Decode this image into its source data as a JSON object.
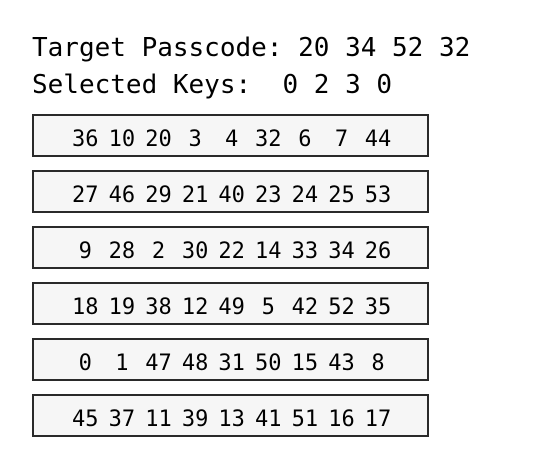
{
  "header": {
    "target_label": "Target Passcode:",
    "target_code": "20 34 52 32",
    "selected_label": "Selected Keys:",
    "selected_keys": " 0 2 3 0"
  },
  "rows": [
    [
      "36",
      "10",
      "20",
      "3",
      "4",
      "32",
      "6",
      "7",
      "44"
    ],
    [
      "27",
      "46",
      "29",
      "21",
      "40",
      "23",
      "24",
      "25",
      "53"
    ],
    [
      "9",
      "28",
      "2",
      "30",
      "22",
      "14",
      "33",
      "34",
      "26"
    ],
    [
      "18",
      "19",
      "38",
      "12",
      "49",
      "5",
      "42",
      "52",
      "35"
    ],
    [
      "0",
      "1",
      "47",
      "48",
      "31",
      "50",
      "15",
      "43",
      "8"
    ],
    [
      "45",
      "37",
      "11",
      "39",
      "13",
      "41",
      "51",
      "16",
      "17"
    ]
  ]
}
